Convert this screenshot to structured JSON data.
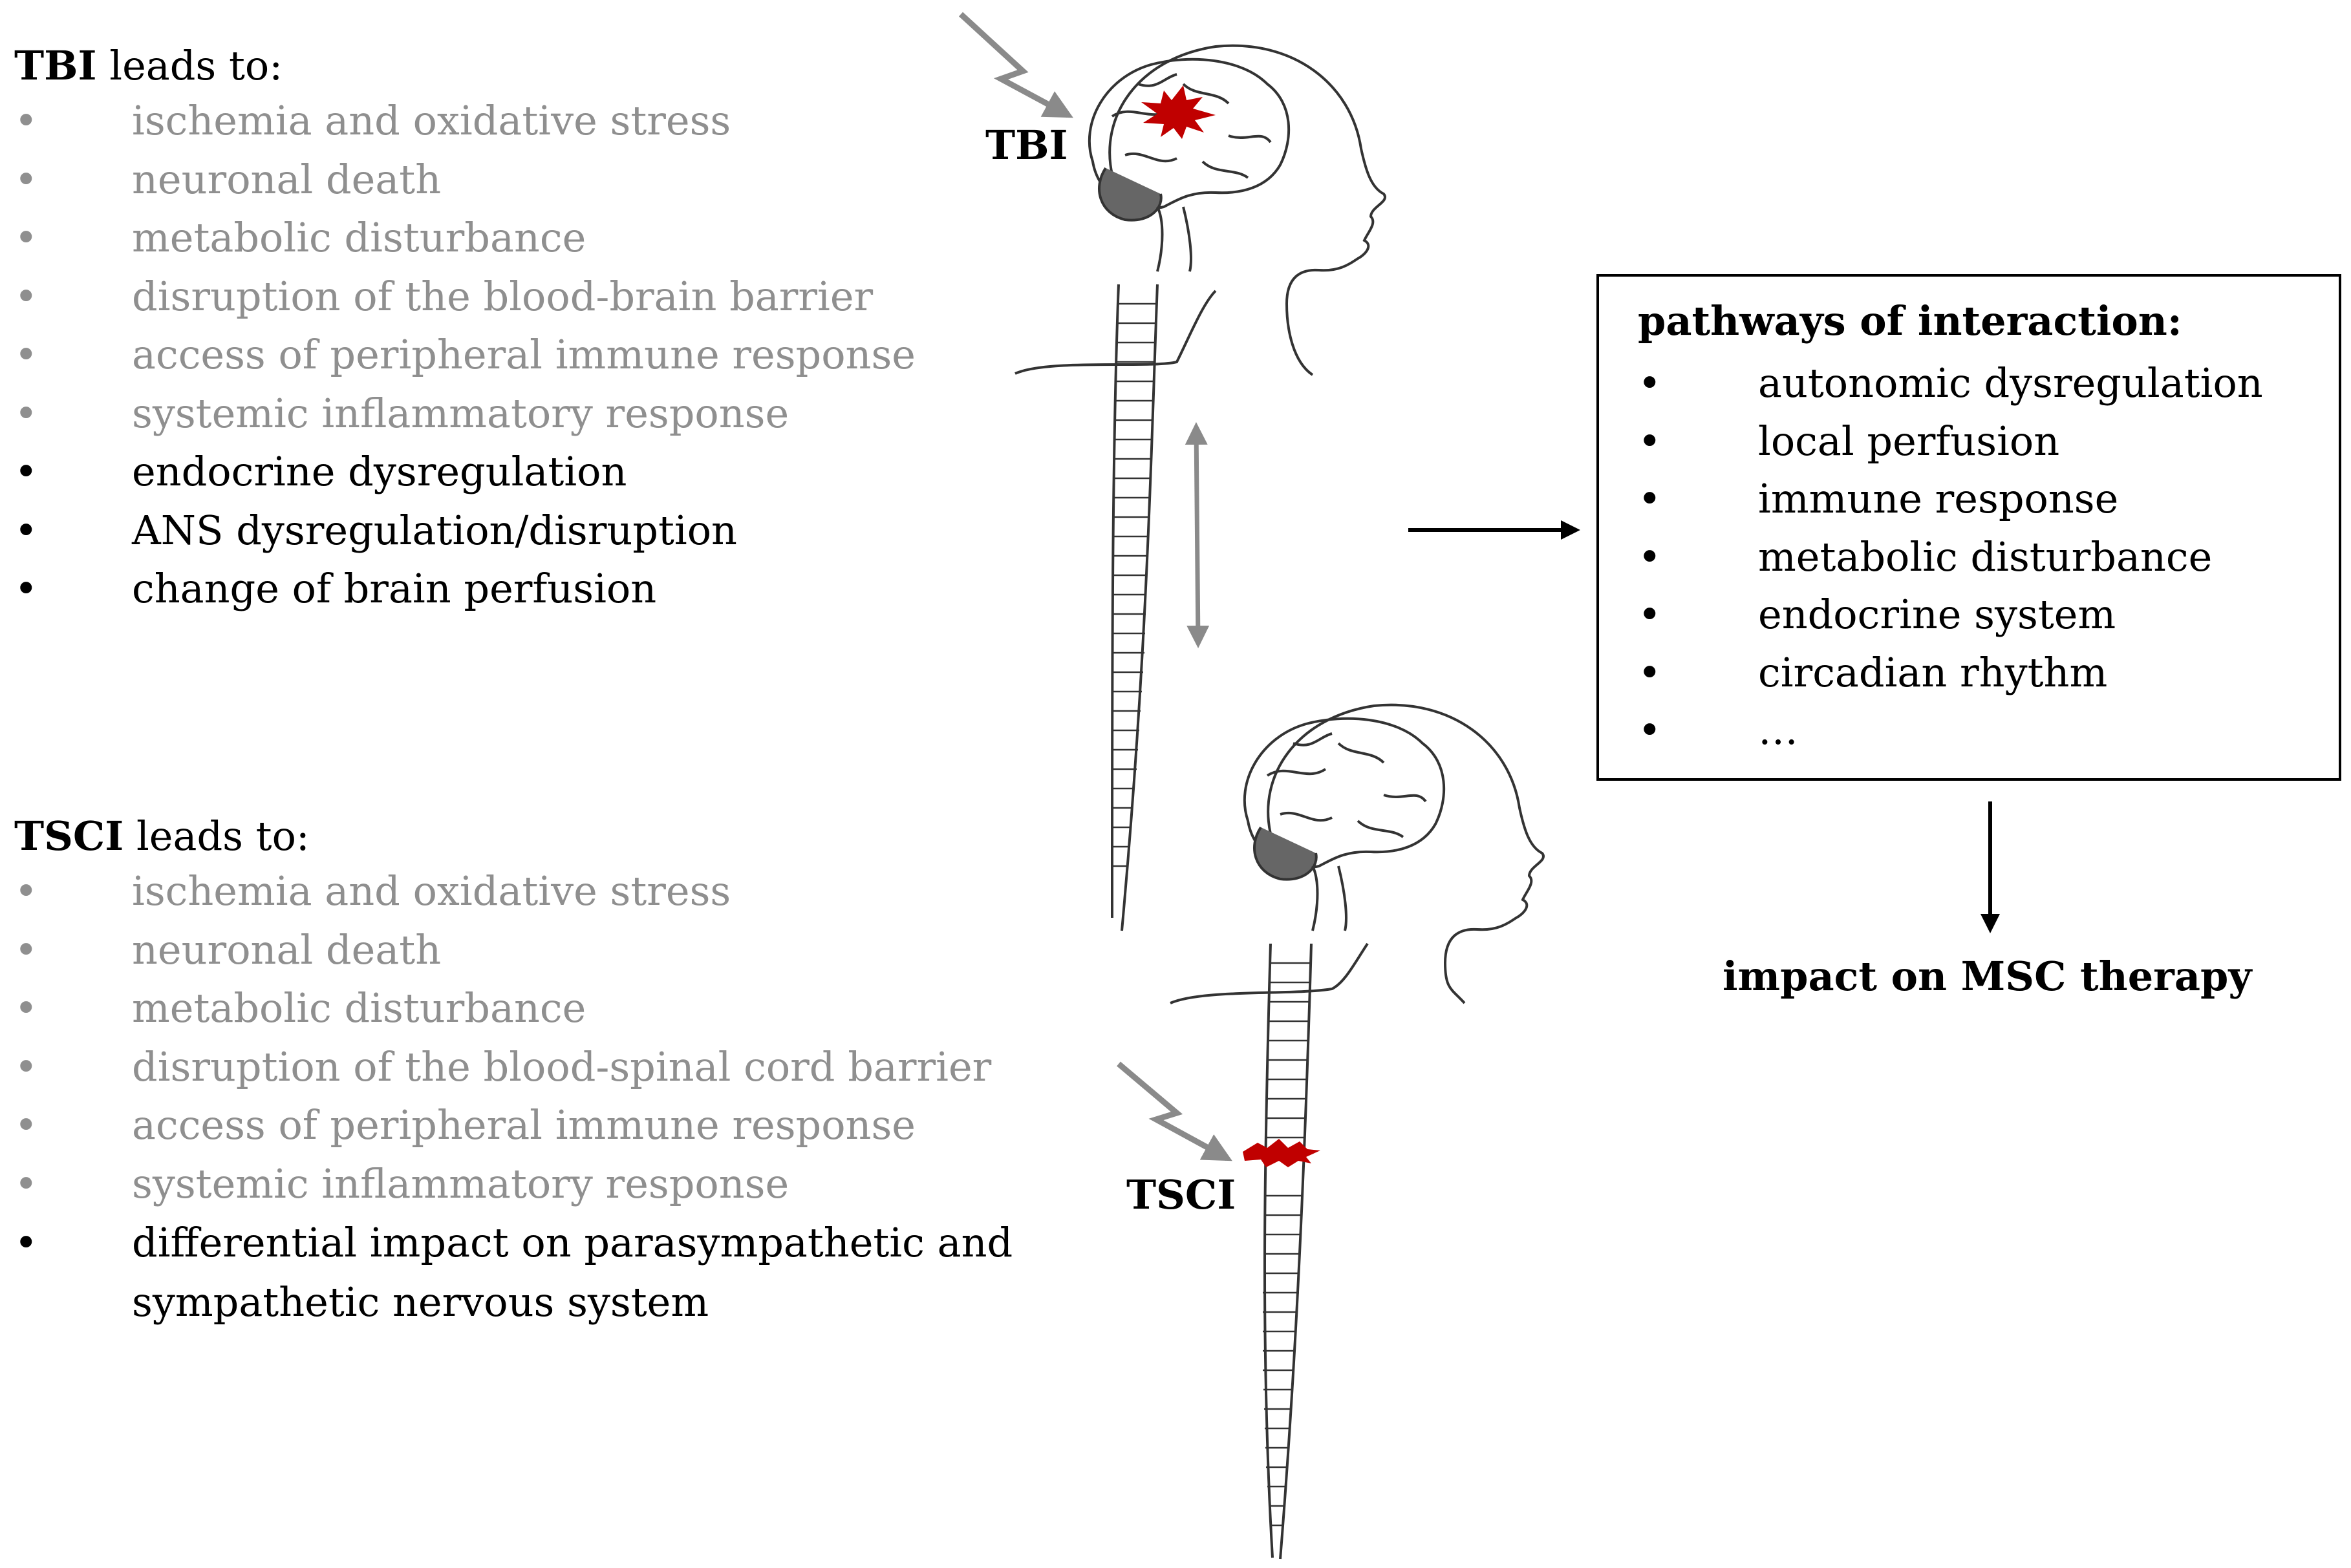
{
  "tbi_panel": {
    "heading_bold": "TBI",
    "heading_rest": " leads to:",
    "items": [
      {
        "text": "ischemia and oxidative stress",
        "style": "muted"
      },
      {
        "text": "neuronal death",
        "style": "muted"
      },
      {
        "text": "metabolic disturbance",
        "style": "muted"
      },
      {
        "text": "disruption of the blood-brain barrier",
        "style": "muted"
      },
      {
        "text": "access of peripheral immune response",
        "style": "muted"
      },
      {
        "text": "systemic inflammatory response",
        "style": "muted"
      },
      {
        "text": "endocrine dysregulation",
        "style": "strong"
      },
      {
        "text": "ANS dysregulation/disruption",
        "style": "strong"
      },
      {
        "text": "change of brain perfusion",
        "style": "strong"
      }
    ]
  },
  "tsci_panel": {
    "heading_bold": "TSCI",
    "heading_rest": " leads to:",
    "items": [
      {
        "text": "ischemia and oxidative stress",
        "style": "muted"
      },
      {
        "text": "neuronal death",
        "style": "muted"
      },
      {
        "text": "metabolic disturbance",
        "style": "muted"
      },
      {
        "text": "disruption of the blood-spinal cord barrier",
        "style": "muted"
      },
      {
        "text": "access of peripheral immune response",
        "style": "muted"
      },
      {
        "text": "systemic inflammatory response",
        "style": "muted"
      },
      {
        "text": "differential impact on parasympathetic and sympathetic nervous system",
        "style": "strong"
      }
    ]
  },
  "pathways_box": {
    "title": "pathways of interaction:",
    "items": [
      "autonomic dysregulation",
      "local perfusion",
      "immune response",
      "metabolic disturbance",
      "endocrine system",
      "circadian rhythm",
      "…"
    ]
  },
  "bullet_glyph": "•",
  "labels": {
    "tbi": "TBI",
    "tsci": "TSCI",
    "impact": "impact on MSC therapy"
  },
  "colors": {
    "muted_text": "#8f8f8f",
    "strong_text": "#000000",
    "lesion": "#c00000",
    "lightning": "#8a8a8a",
    "double_arrow": "#8a8a8a"
  },
  "icons": [
    "lightning-bolt-icon",
    "brain-lesion-icon",
    "spinal-lesion-icon",
    "head-profile-icon"
  ]
}
